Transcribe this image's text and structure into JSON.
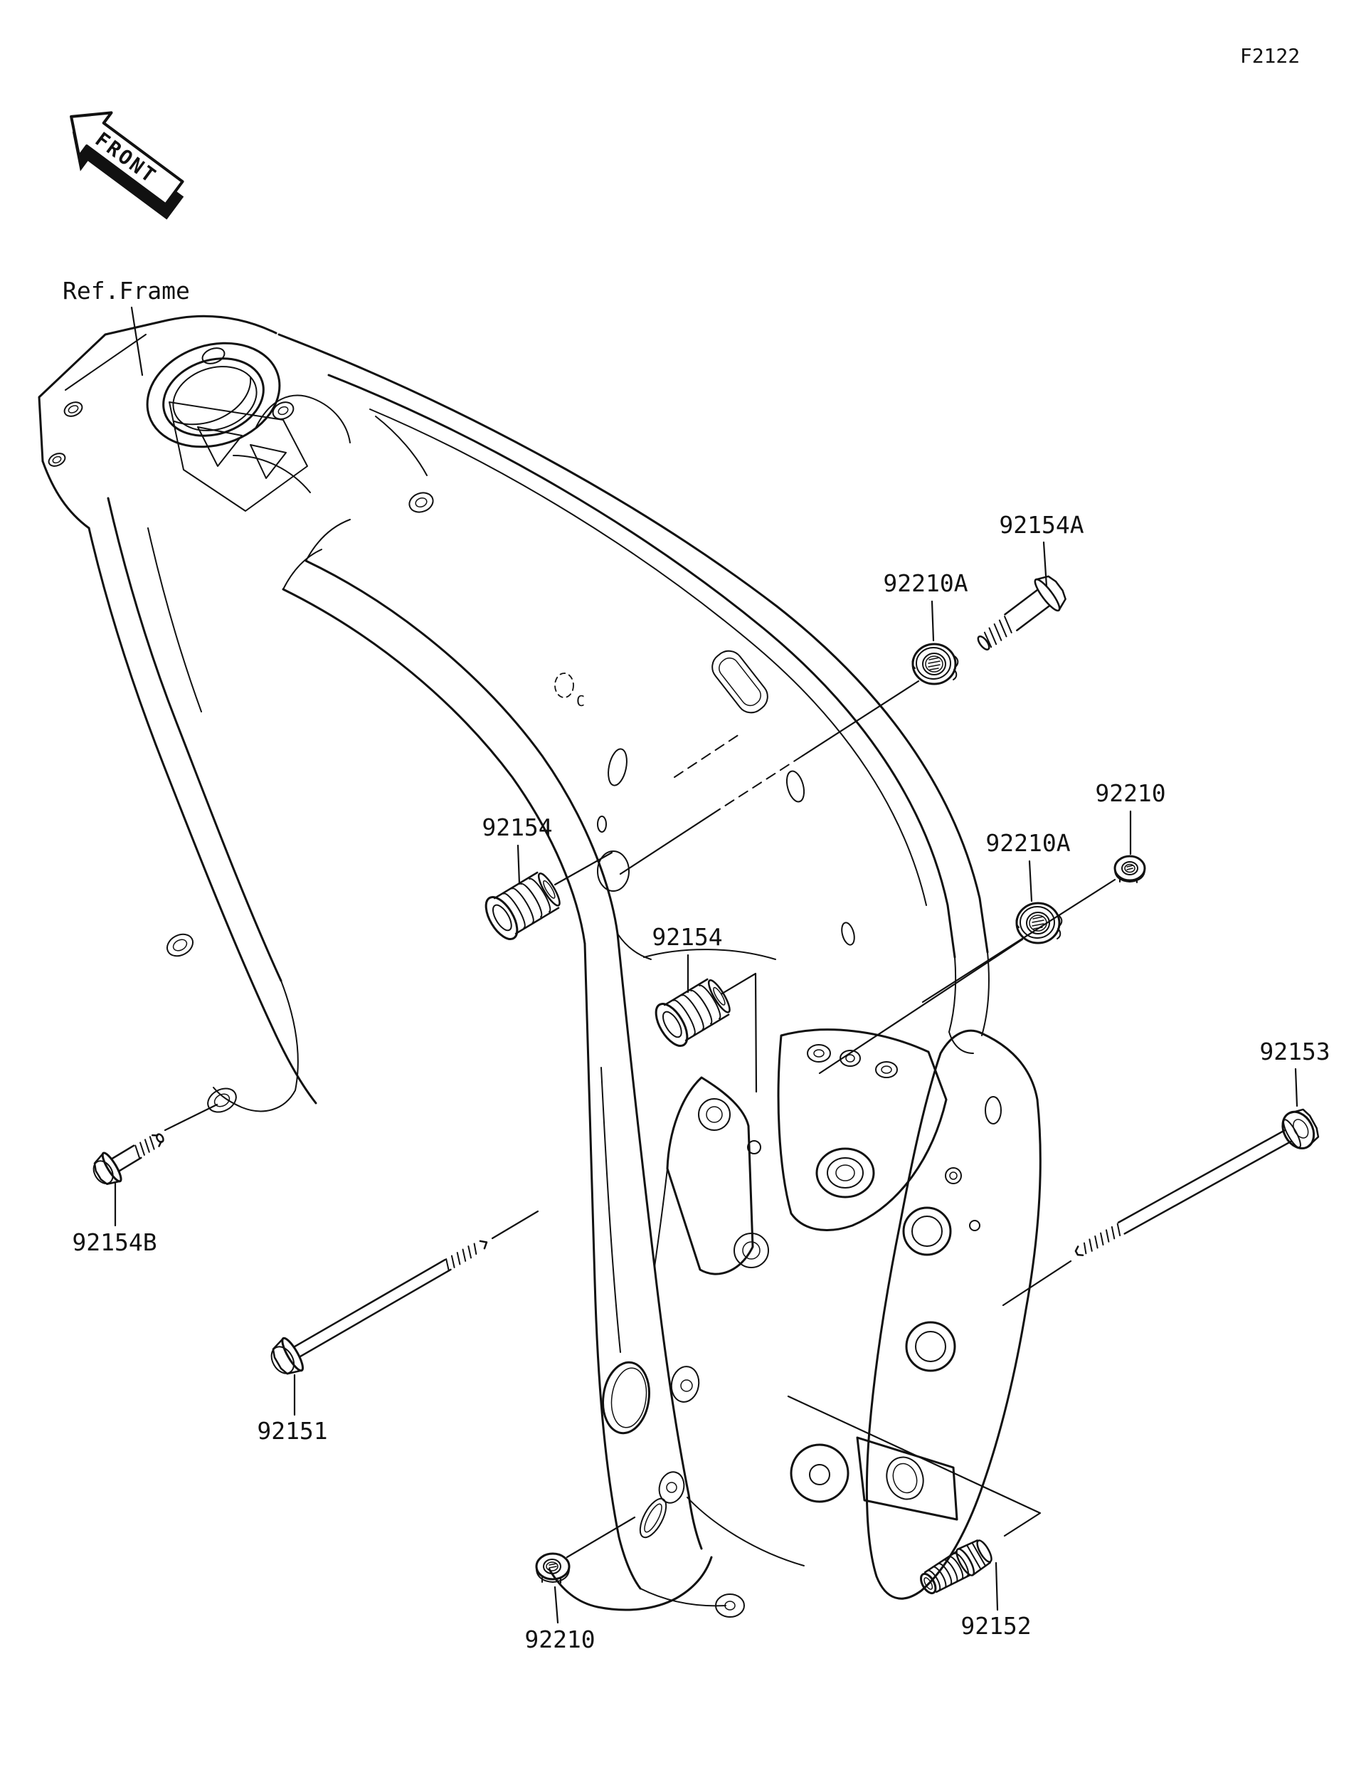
{
  "doc": {
    "code": "F2122",
    "front_label": "FRONT",
    "ref_label": "Ref.Frame",
    "center_mark": "C"
  },
  "callouts": [
    {
      "part_no": "92154A"
    },
    {
      "part_no": "92210A"
    },
    {
      "part_no": "92210"
    },
    {
      "part_no": "92210A"
    },
    {
      "part_no": "92154"
    },
    {
      "part_no": "92154"
    },
    {
      "part_no": "92153"
    },
    {
      "part_no": "92154B"
    },
    {
      "part_no": "92151"
    },
    {
      "part_no": "92210"
    },
    {
      "part_no": "92152"
    }
  ],
  "colors": {
    "ink": "#111111",
    "paper": "#ffffff"
  }
}
